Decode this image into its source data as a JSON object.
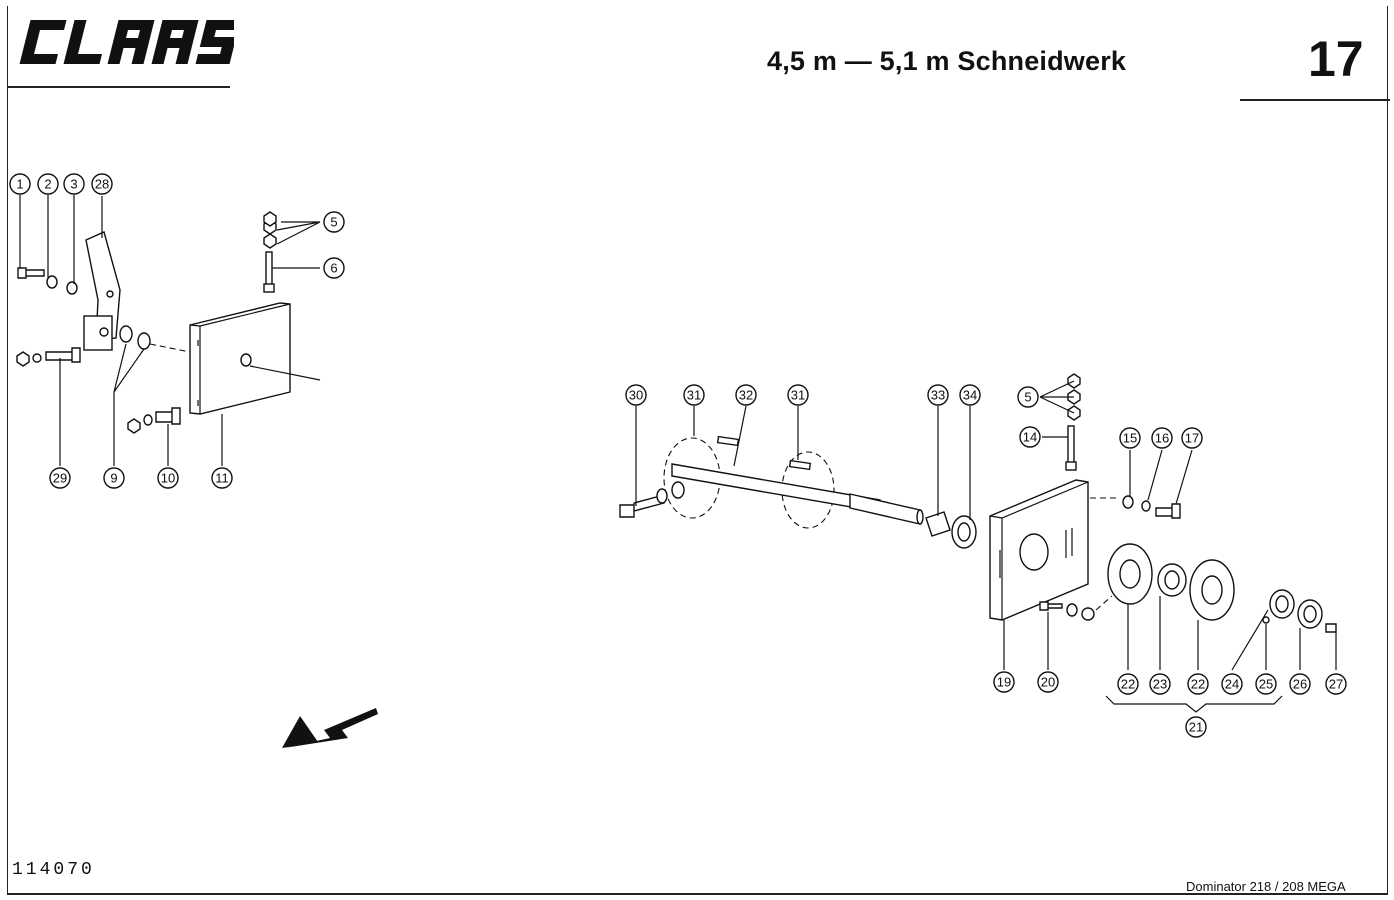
{
  "header": {
    "brand": "CLAAS",
    "title": "4,5 m — 5,1 m Schneidwerk",
    "page_number": "17"
  },
  "footer": {
    "document_number": "114070",
    "model": "Dominator 218 / 208 MEGA"
  },
  "left_assembly": {
    "callouts": [
      "1",
      "2",
      "3",
      "28",
      "5",
      "6",
      "29",
      "9",
      "10",
      "11"
    ]
  },
  "right_assembly": {
    "callouts": [
      "30",
      "31",
      "32",
      "31",
      "33",
      "34",
      "5",
      "14",
      "15",
      "16",
      "17",
      "19",
      "20",
      "22",
      "23",
      "22",
      "24",
      "25",
      "26",
      "27",
      "21"
    ]
  },
  "direction_arrow": "arrow-icon"
}
